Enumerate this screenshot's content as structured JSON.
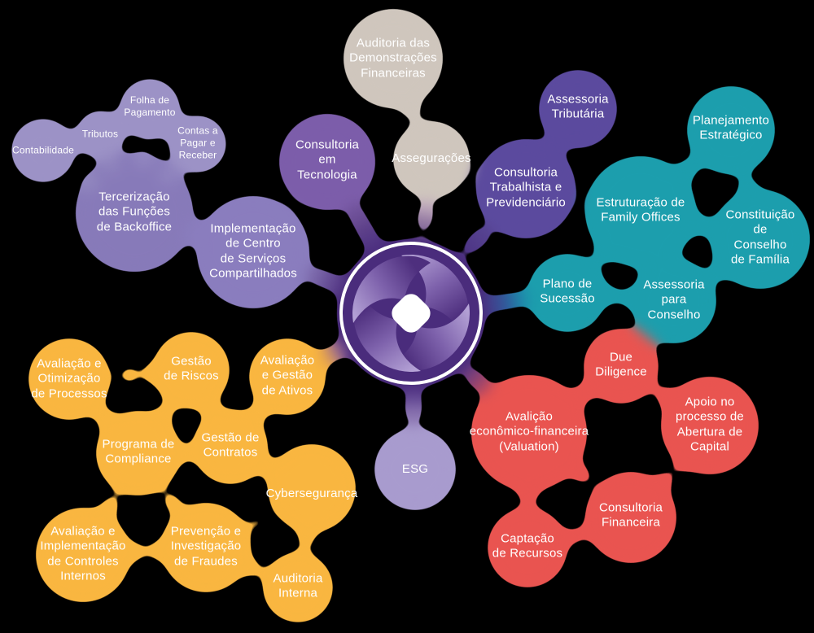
{
  "colors": {
    "background": "#000000",
    "light_purple": "#9C92C6",
    "mid_purple": "#877AB9",
    "mid_purple2": "#8A7DBE",
    "tech_purple": "#7C5DAA",
    "dark_purple": "#5B4A9E",
    "beige": "#CFC6BD",
    "teal": "#1C9EAD",
    "red": "#E95450",
    "yellow": "#F9B640",
    "esg_purple": "#A89BCE",
    "center_purple": "#4A2C7C",
    "white": "#FFFFFF"
  },
  "icons": {
    "center_logo": "pinwheel-swirl-icon"
  },
  "clusters": [
    {
      "name": "backoffice",
      "bubbles": [
        {
          "label": "Contabilidade"
        },
        {
          "label": "Tributos"
        },
        {
          "label": "Folha de\nPagamento"
        },
        {
          "label": "Contas a\nPagar e\nReceber"
        },
        {
          "label": "Tercerização\ndas Funções\nde Backoffice"
        },
        {
          "label": "Implementação\nde Centro\nde Serviços\nCompartilhados"
        }
      ]
    },
    {
      "name": "tax-labor-tech",
      "bubbles": [
        {
          "label": "Consultoria\nem\nTecnologia"
        },
        {
          "label": "Assessoria\nTributária"
        },
        {
          "label": "Consultoria\nTrabalhista e\nPrevidenciário"
        }
      ]
    },
    {
      "name": "audit-assurance",
      "bubbles": [
        {
          "label": "Auditoria das\nDemonstrações\nFinanceiras"
        },
        {
          "label": "Assegurações"
        }
      ]
    },
    {
      "name": "family-governance",
      "bubbles": [
        {
          "label": "Planejamento\nEstratégico"
        },
        {
          "label": "Estruturação de\nFamily Offices"
        },
        {
          "label": "Constituição\nde Conselho\nde Família"
        },
        {
          "label": "Plano de\nSucessão"
        },
        {
          "label": "Assessoria\npara\nConselho"
        }
      ]
    },
    {
      "name": "corporate-finance",
      "bubbles": [
        {
          "label": "Due\nDiligence"
        },
        {
          "label": "Avalição\neconômico-financeira\n(Valuation)"
        },
        {
          "label": "Apoio no\nprocesso de\nAbertura de\nCapital"
        },
        {
          "label": "Consultoria\nFinanceira"
        },
        {
          "label": "Captação\nde Recursos"
        }
      ]
    },
    {
      "name": "risk-compliance",
      "bubbles": [
        {
          "label": "Avaliação e\nOtimização\nde Processos"
        },
        {
          "label": "Gestão\nde Riscos"
        },
        {
          "label": "Avaliação\ne Gestão\nde Ativos"
        },
        {
          "label": "Programa de\nCompliance"
        },
        {
          "label": "Gestão de\nContratos"
        },
        {
          "label": "Cybersegurança"
        },
        {
          "label": "Avaliação e\nImplementação\nde Controles\nInternos"
        },
        {
          "label": "Prevenção e\nInvestigação\nde Fraudes"
        },
        {
          "label": "Auditoria\nInterna"
        }
      ]
    },
    {
      "name": "esg",
      "bubbles": [
        {
          "label": "ESG"
        }
      ]
    }
  ]
}
